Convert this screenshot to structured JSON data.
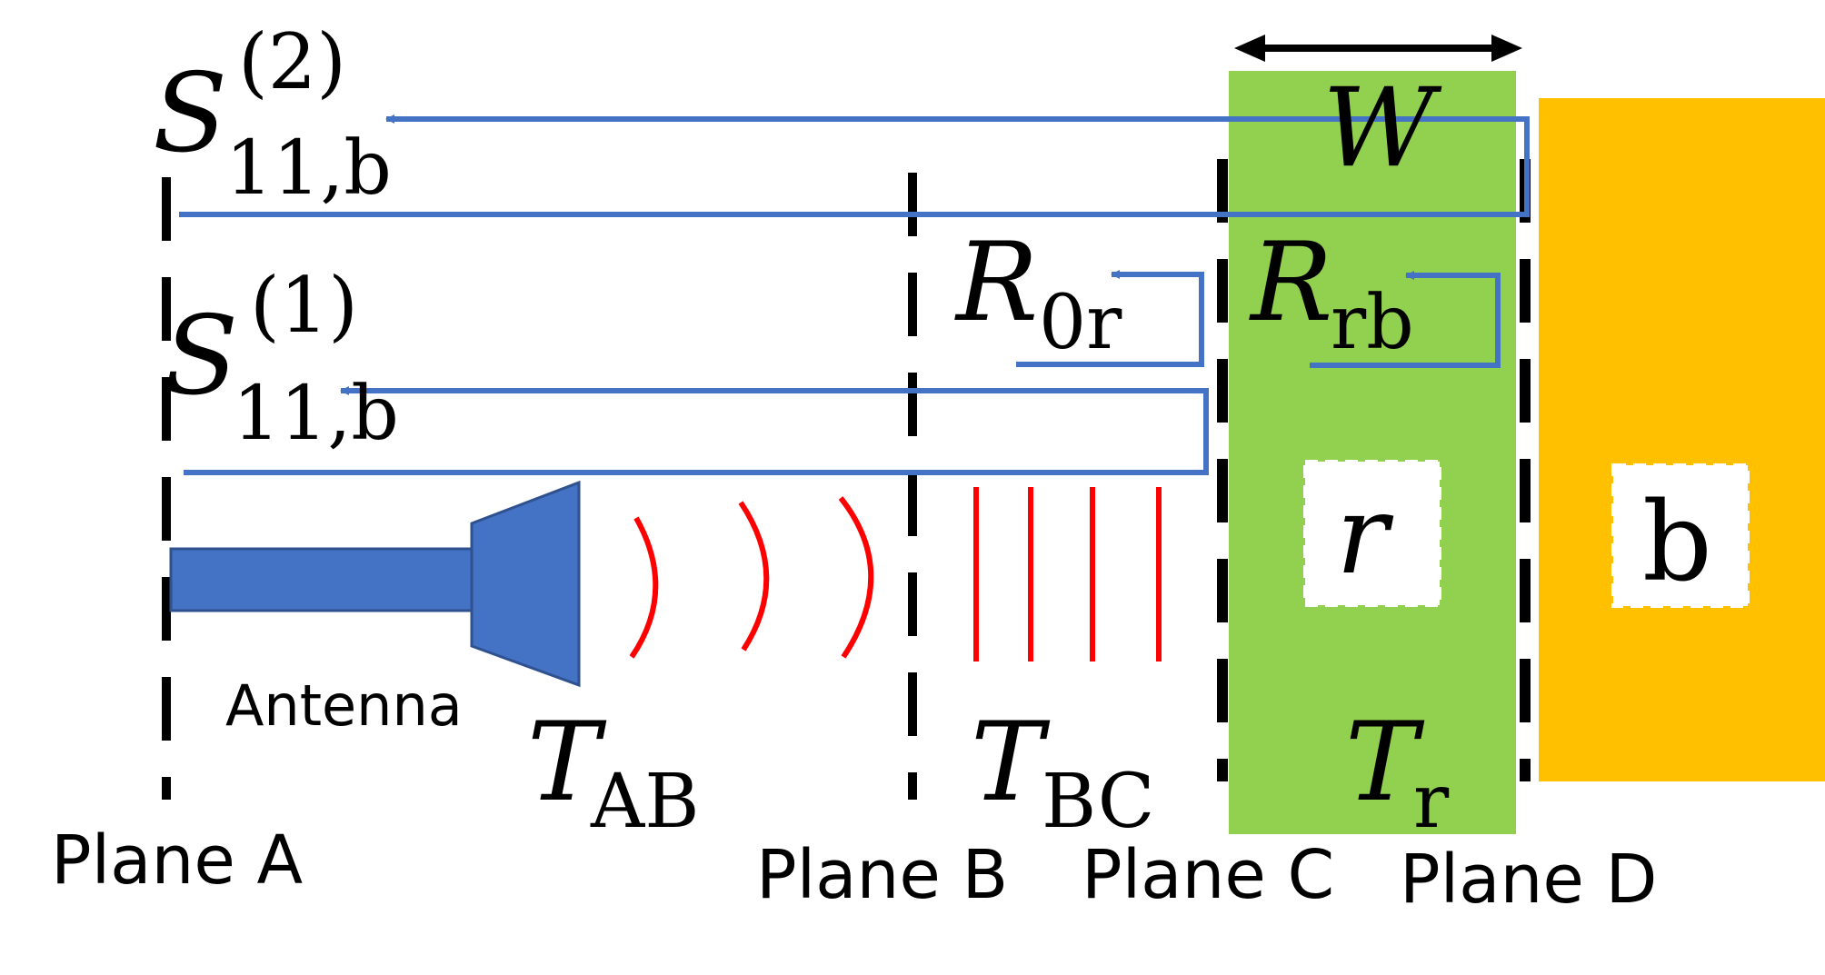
{
  "labels": {
    "antenna": "Antenna",
    "plane_a": "Plane A",
    "plane_b": "Plane B",
    "plane_c": "Plane C",
    "plane_d": "Plane D"
  },
  "symbols": {
    "s2_main": "S",
    "s2_sup": "(2)",
    "s2_sub": "11,b",
    "s1_main": "S",
    "s1_sup": "(1)",
    "s1_sub": "11,b",
    "r0r_main": "R",
    "r0r_sub": "0r",
    "rrb_main": "R",
    "rrb_sub": "rb",
    "w": "W",
    "r_layer": "r",
    "b_layer": "b",
    "tab_main": "T",
    "tab_sub": "AB",
    "tbc_main": "T",
    "tbc_sub": "BC",
    "tr_main": "T",
    "tr_sub": "r"
  },
  "colors": {
    "signal_path": "#4472C4",
    "antenna": "#4472C4",
    "waves": "#FF0000",
    "layer_r": "#92D050",
    "layer_b": "#FFC000",
    "plane_lines": "#000000"
  }
}
